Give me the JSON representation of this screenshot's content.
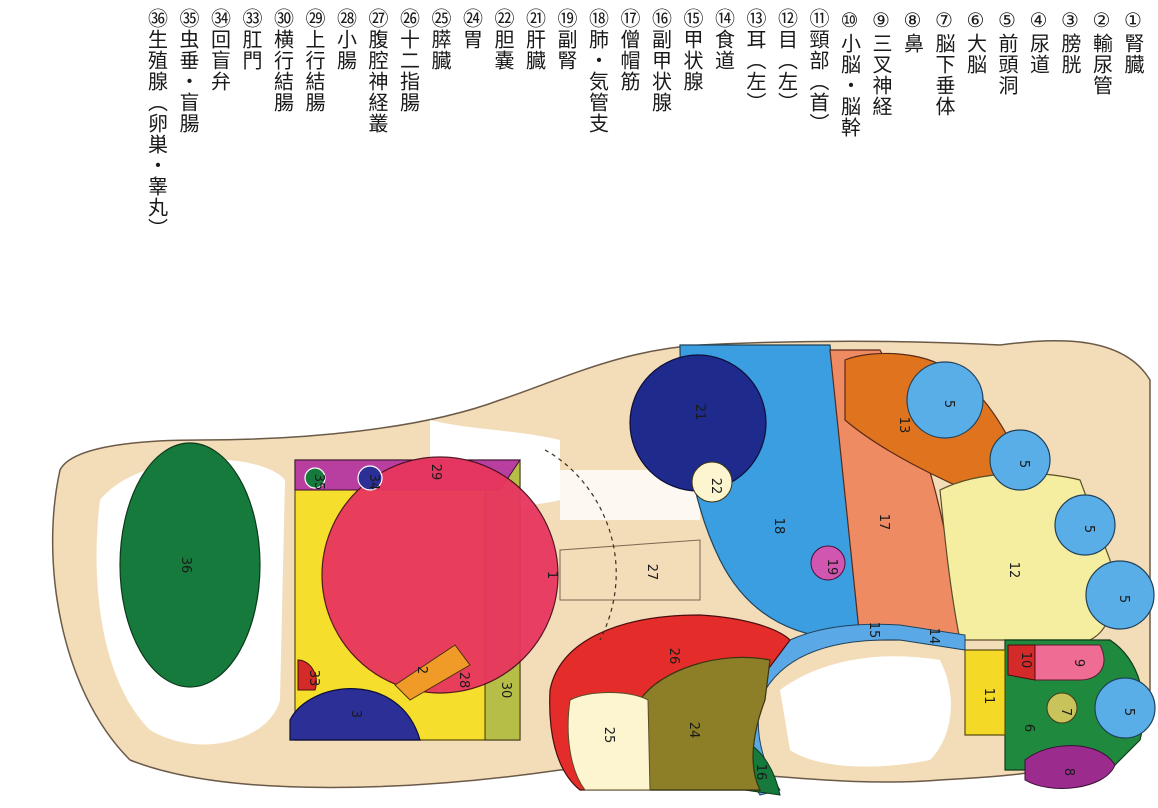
{
  "legend": [
    "①腎臓",
    "②輸尿管",
    "③膀胱",
    "④尿道",
    "⑤前頭洞",
    "⑥大脳",
    "⑦脳下垂体",
    "⑧鼻",
    "⑨三叉神経",
    "⑩小脳・脳幹",
    "⑪頸部（首）",
    "⑫目（左）",
    "⑬耳（左）",
    "⑭食道",
    "⑮甲状腺",
    "⑯副甲状腺",
    "⑰僧帽筋",
    "⑱肺・気管支",
    "⑲副腎",
    "㉑肝臓",
    "㉒胆嚢",
    "㉔胃",
    "㉕膵臓",
    "㉖十二指腸",
    "㉗腹腔神経叢",
    "㉘小腸",
    "㉙上行結腸",
    "㉚横行結腸",
    "㉝肛門",
    "㉞回盲弁",
    "㉟虫垂・盲腸",
    "㊱生殖腺（卵巣・睾丸）"
  ],
  "zone_labels": {
    "z1": "1",
    "z2": "2",
    "z3": "3",
    "z5a": "5",
    "z5b": "5",
    "z5c": "5",
    "z5d": "5",
    "z5e": "5",
    "z6": "6",
    "z7": "7",
    "z8": "8",
    "z9": "9",
    "z10": "10",
    "z11": "11",
    "z12": "12",
    "z13": "13",
    "z14": "14",
    "z15": "15",
    "z16": "16",
    "z17": "17",
    "z18": "18",
    "z19": "19",
    "z21": "21",
    "z22": "22",
    "z24": "24",
    "z25": "25",
    "z26": "26",
    "z27": "27",
    "z28": "28",
    "z29": "29",
    "z30": "30",
    "z33": "33",
    "z34": "34",
    "z35": "35",
    "z36": "36"
  },
  "colors": {
    "foot_base": "#f3dcb8",
    "inner_white": "#ffffff",
    "lung_blue": "#3a9ee0",
    "trapezius_salmon": "#ef8b63",
    "ear_orange": "#e0741e",
    "eye_yellow": "#f5eea0",
    "sinus_blue": "#5aaee8",
    "liver_navy": "#1e2a8c",
    "gallbladder_cream": "#fdf4d0",
    "kidney_pink": "#e8365f",
    "intestine_yellow": "#f5df2c",
    "colon_olive": "#b7be48",
    "ascending_purple": "#b83ea0",
    "bladder_navy": "#2b2f96",
    "gonad_green": "#157a3c",
    "duodenum_red": "#e42d2a",
    "stomach_olive": "#8d7f28",
    "brain_green": "#1f8a3e",
    "nose_purple": "#9b2c8e",
    "pituitary_khaki": "#c8c35a",
    "pink_9": "#ef6d94",
    "red_10": "#d42a2a",
    "neck_yellow": "#f4d926",
    "esophagus_blue": "#5aa9e6",
    "ureter_orange": "#f09a28"
  }
}
